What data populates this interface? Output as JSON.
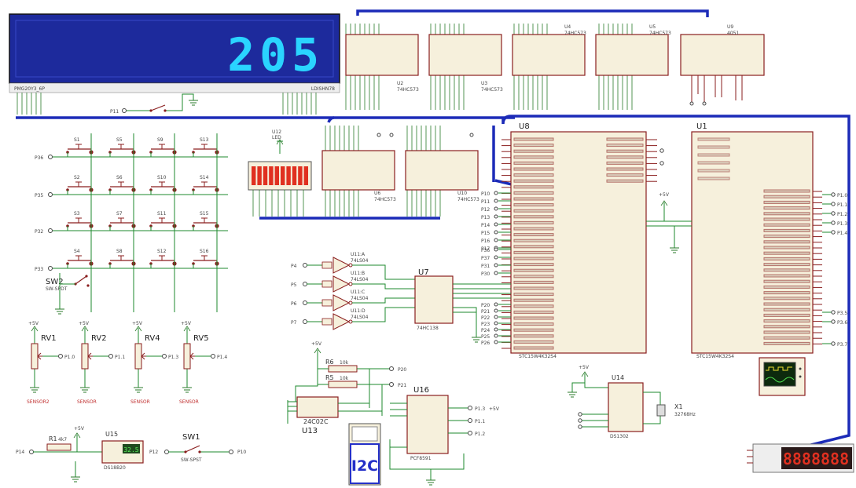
{
  "display": {
    "value": "205",
    "left_label": "PMG20Y3_6P",
    "right_label": "LDISHN78",
    "bg_color": "#1d2a9c",
    "digit_color": "#2ad4ff"
  },
  "top_chips": [
    {
      "ref": "U2",
      "part": "74HC573"
    },
    {
      "ref": "U3",
      "part": "74HC573"
    },
    {
      "ref": "U4",
      "part": "74HC573"
    },
    {
      "ref": "U5",
      "part": "74HC573"
    },
    {
      "ref": "U9",
      "part": "4051"
    }
  ],
  "mid_chips": [
    {
      "ref": "U6",
      "part": "74HC573"
    },
    {
      "ref": "U10",
      "part": "74HC573"
    }
  ],
  "bargraph": {
    "ref": "U12",
    "part": "LED",
    "segments": 10,
    "color": "#e03020"
  },
  "mcu_left": {
    "ref": "U8",
    "part": "STC15W4K32S4"
  },
  "mcu_right": {
    "ref": "U1",
    "part": "STC15W4K32S4"
  },
  "keypad": {
    "rows": [
      "P36",
      "P35",
      "P32",
      "P33"
    ],
    "keys": [
      [
        "S1",
        "S5",
        "S9",
        "S13"
      ],
      [
        "S2",
        "S6",
        "S10",
        "S14"
      ],
      [
        "S3",
        "S7",
        "S11",
        "S15"
      ],
      [
        "S4",
        "S8",
        "S12",
        "S16"
      ]
    ],
    "switch_ref": "SW2",
    "switch_part": "SW-SPDT"
  },
  "pots": [
    {
      "ref": "RV1",
      "net": "P1.0",
      "caption": "SENSOR2"
    },
    {
      "ref": "RV2",
      "net": "P1.1",
      "caption": "SENSOR"
    },
    {
      "ref": "RV4",
      "net": "P1.3",
      "caption": "SENSOR"
    },
    {
      "ref": "RV5",
      "net": "P1.4",
      "caption": "SENSOR"
    }
  ],
  "inverters": {
    "refs": [
      "U11:A",
      "U11:B",
      "U11:C",
      "U11:D"
    ],
    "part": "74LS04",
    "inputs": [
      "P4",
      "P5",
      "P6",
      "P7"
    ]
  },
  "u7": {
    "ref": "U7",
    "part": "74HC138"
  },
  "i2c": {
    "resistors": [
      {
        "ref": "R6",
        "value": "10k"
      },
      {
        "ref": "R5",
        "value": "10k"
      }
    ],
    "r_nets": [
      "P20",
      "P21"
    ],
    "eeprom": {
      "ref": "U13",
      "part": "24C02C"
    },
    "rtc": {
      "ref": "U16",
      "part": "PCF8591"
    },
    "badge_text": "I2C",
    "nets": [
      "P1.3",
      "P1.1",
      "P1.2"
    ],
    "vcc": "+5V"
  },
  "thermo": {
    "r_ref": "R1",
    "r_value": "4k7",
    "ref": "U15",
    "part": "DS18B20",
    "reading": "32.5",
    "net_in": "P14",
    "net_mid": "P12"
  },
  "sw1": {
    "ref": "SW1",
    "part": "SW-SPST",
    "net_out": "P10"
  },
  "p11_switch": {
    "net": "P11"
  },
  "ds1302": {
    "ref": "U14",
    "part": "DS1302",
    "crystal_ref": "X1",
    "crystal_value": "32768Hz"
  },
  "vcc_labels": [
    "+5V",
    "+5V",
    "+5V",
    "+5V",
    "+5V"
  ],
  "right_nets": [
    "P1.0",
    "P1.1",
    "P1.2",
    "P1.3",
    "P1.4",
    "P3.5",
    "P3.6",
    "P3.7"
  ],
  "bottom_right_display": {
    "color": "#e03020",
    "bg": "#2a1a1a"
  },
  "colors": {
    "bus": "#1c2bb8",
    "chip_fill": "#f6f0dc",
    "chip_border": "#8a1e1e",
    "wire": "#1e8a2e",
    "i2c_badge": "#2430c8"
  }
}
